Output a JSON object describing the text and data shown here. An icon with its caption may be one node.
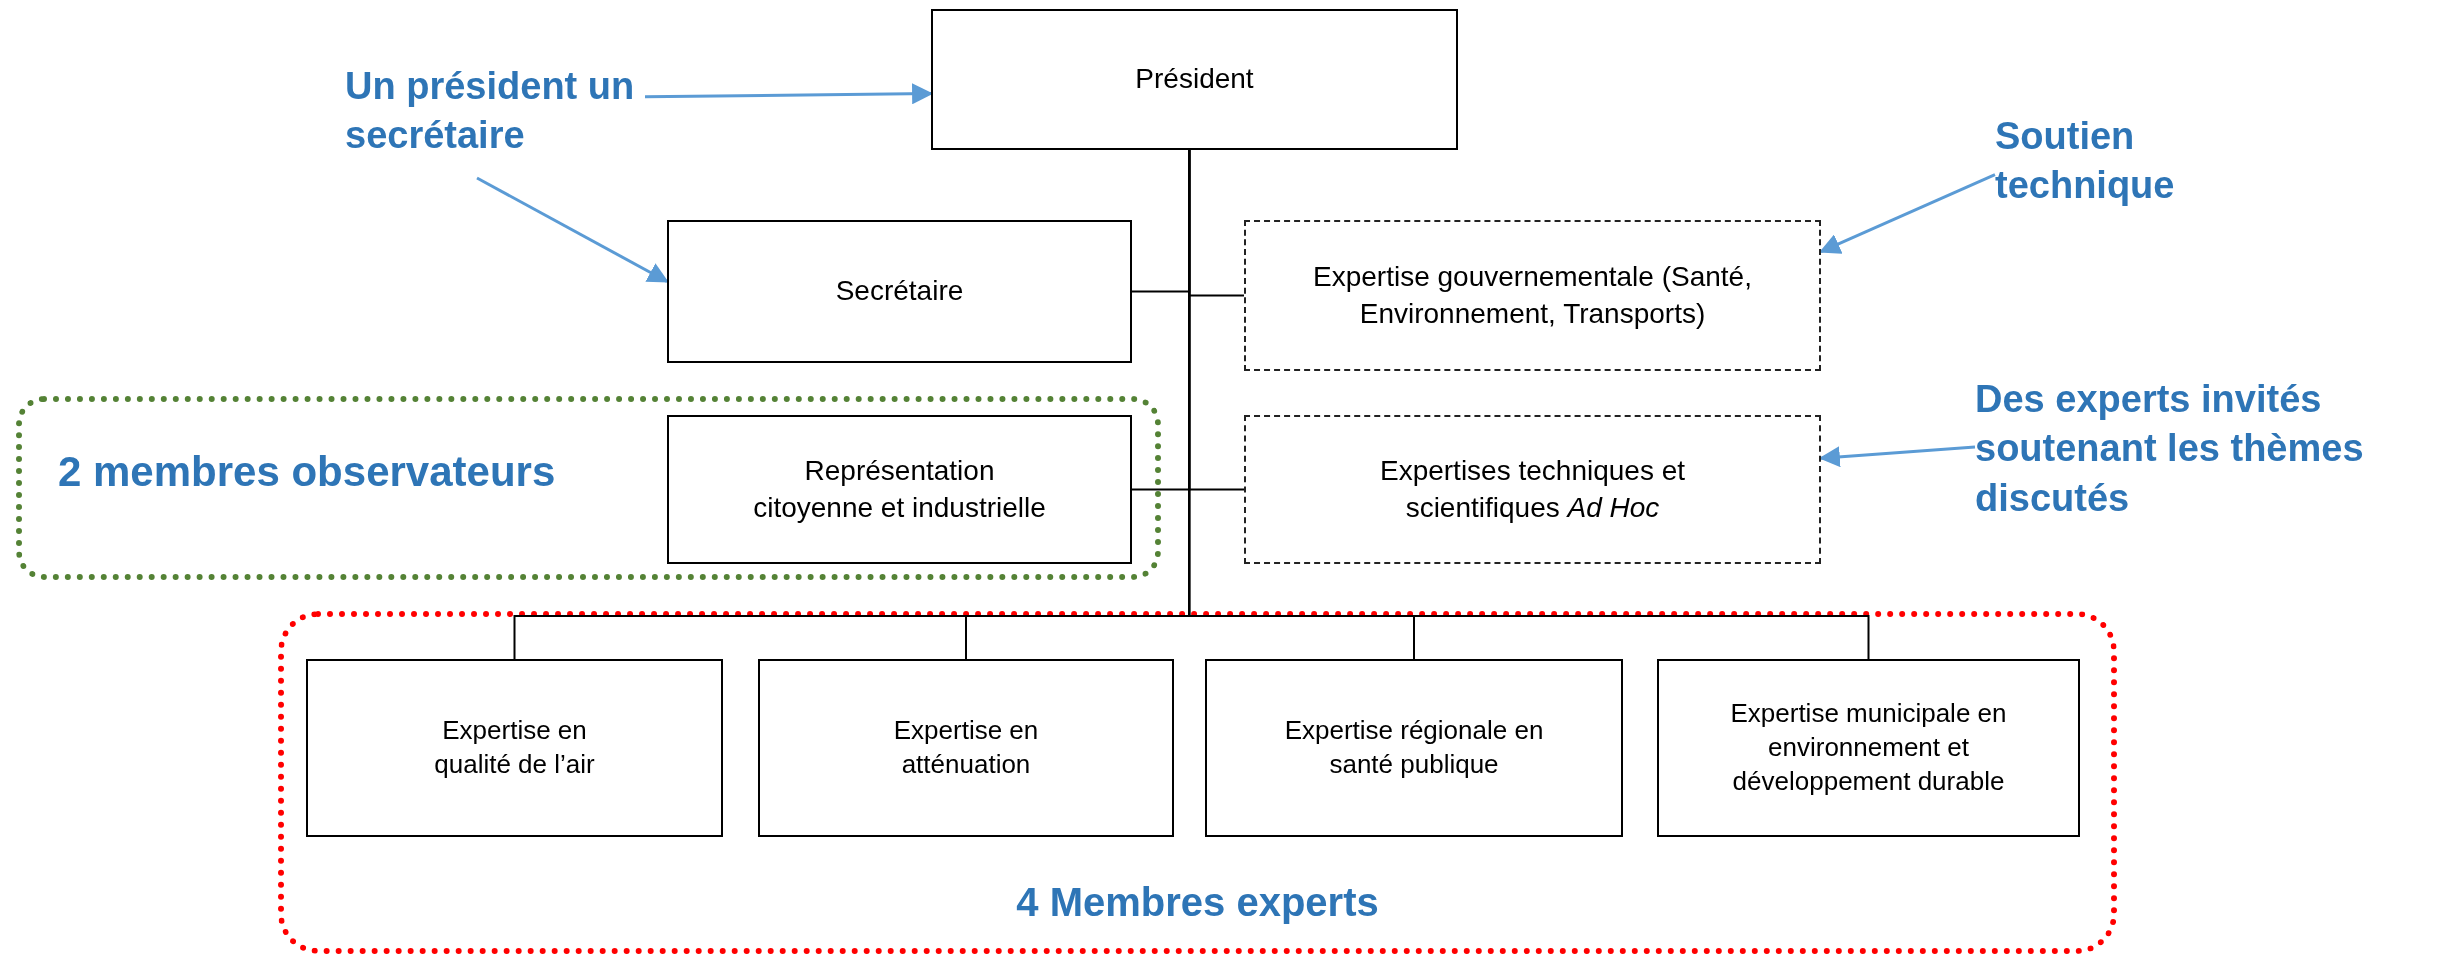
{
  "diagram": {
    "nodes": [
      {
        "text": [
          "Président"
        ]
      },
      {
        "text": [
          "Un président un secrétaire"
        ]
      },
      {
        "text": [
          "Soutien technique"
        ]
      },
      {
        "text": [
          "Secrétaire"
        ]
      },
      {
        "text": [
          "Expertise gouvernementale (Santé, Environnement, Transports)"
        ]
      },
      {
        "text": [
          "2 membres observateurs"
        ]
      },
      {
        "text": [
          "Représentation citoyenne et industrielle"
        ],
        "in": 5
      },
      {
        "text": [
          "Expertises techniques et scientifiques *Ad Hoc*"
        ]
      },
      {
        "text": [
          "Des experts invités soutenant les thèmes discutés"
        ]
      },
      {
        "text": [
          "4 Membres experts"
        ]
      },
      {
        "text": [
          "Expertise en qualité de l’air"
        ],
        "in": 9
      },
      {
        "text": [
          "Expertise en atténuation"
        ],
        "in": 9
      },
      {
        "text": [
          "Expertise régionale en santé publique"
        ],
        "in": 9
      },
      {
        "text": [
          "Expertise municipale en environnement et développement durable"
        ],
        "in": 9
      }
    ],
    "edges": [
      {
        "from": 1,
        "to": 0,
        "arrow": "to",
        "color": "#5b9bd5"
      },
      {
        "from": 1,
        "to": 3,
        "arrow": "to",
        "color": "#5b9bd5"
      },
      {
        "from": 2,
        "to": 4,
        "arrow": "to",
        "color": "#5b9bd5"
      },
      {
        "from": 8,
        "to": 7,
        "arrow": "to",
        "color": "#5b9bd5"
      },
      {
        "from": 0,
        "to": 3,
        "arrow": "none"
      },
      {
        "from": 0,
        "to": 4,
        "arrow": "none"
      },
      {
        "from": 0,
        "to": 6,
        "arrow": "none"
      },
      {
        "from": 0,
        "to": 7,
        "arrow": "none"
      },
      {
        "from": 0,
        "to": 10,
        "arrow": "none"
      },
      {
        "from": 0,
        "to": 11,
        "arrow": "none"
      },
      {
        "from": 0,
        "to": 12,
        "arrow": "none"
      },
      {
        "from": 0,
        "to": 13,
        "arrow": "none"
      }
    ]
  }
}
